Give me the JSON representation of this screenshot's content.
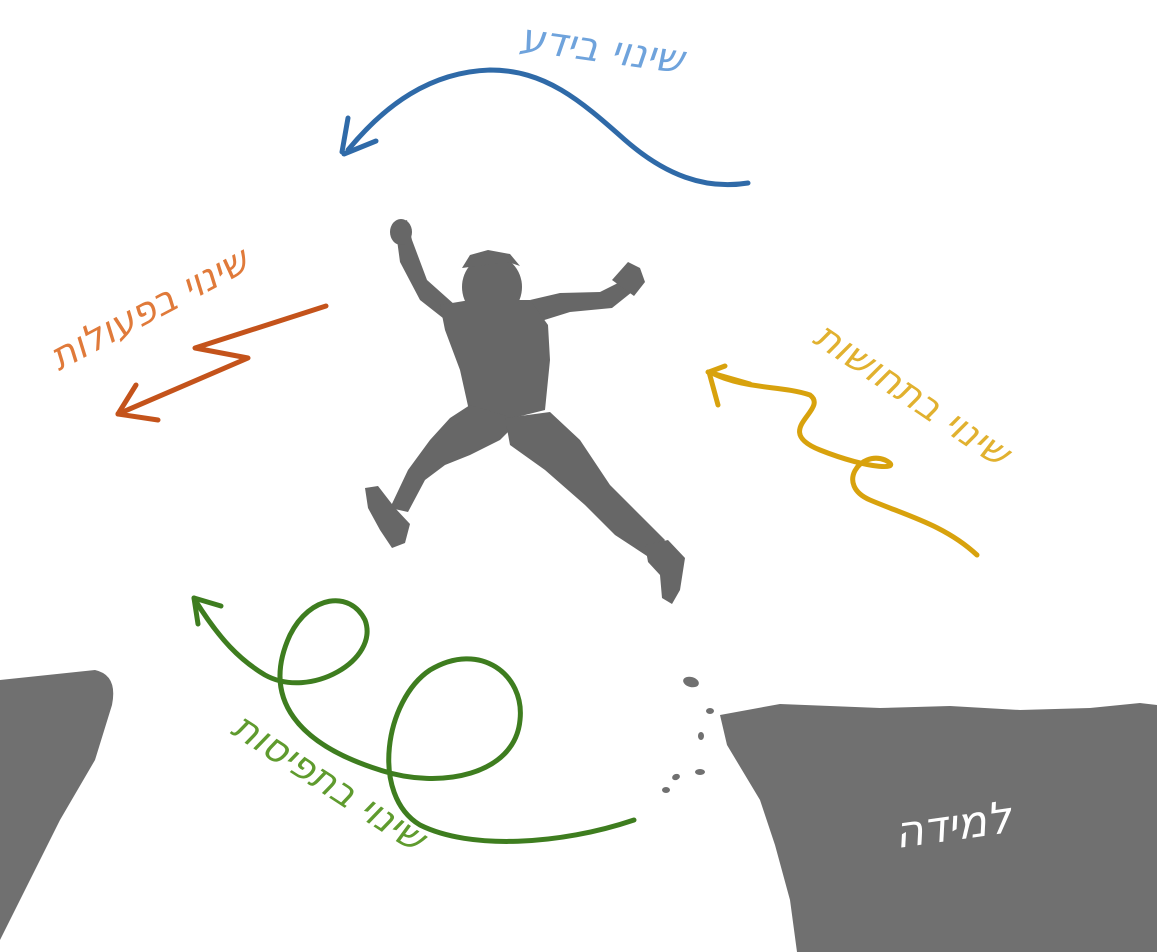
{
  "labels": {
    "knowledge": "שינוי בידע",
    "actions": "שינוי בפעולות",
    "feelings": "שינוי בתחושות",
    "perception": "שינוי בתפיסות",
    "learning": "למידה"
  },
  "colors": {
    "knowledge": "#2f6aa8",
    "knowledge_text": "#6fa3dc",
    "actions": "#c4531b",
    "actions_text": "#e07a3a",
    "feelings": "#d8a20d",
    "feelings_text": "#e1b12f",
    "perception": "#3e7d1f",
    "perception_text": "#5f9b2e",
    "rock": "#707070",
    "figure": "#676767"
  }
}
